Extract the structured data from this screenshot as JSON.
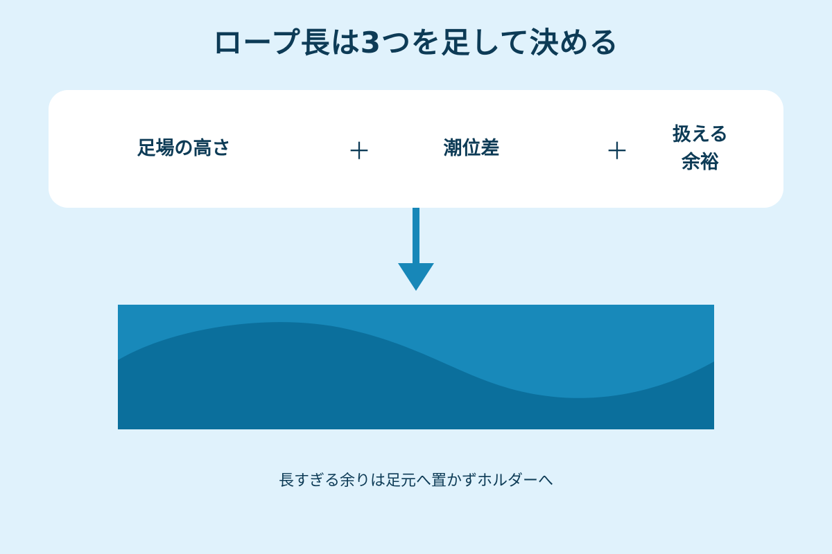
{
  "title": "ロープ長は3つを足して決める",
  "formula": {
    "terms": [
      "足場の高さ",
      "潮位差",
      "扱える\n余裕"
    ],
    "operators": [
      "＋",
      "＋"
    ]
  },
  "caption": "長すぎる余りは足元へ置かずホルダーへ",
  "colors": {
    "background": "#e0f2fc",
    "text": "#0d3b56",
    "card": "#ffffff",
    "arrow": "#1787b8",
    "water_light": "#1889ba",
    "water_dark": "#0b6f9c"
  }
}
